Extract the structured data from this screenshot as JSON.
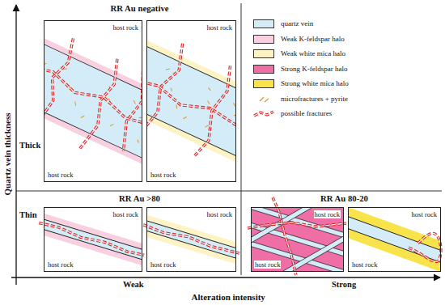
{
  "diagram": {
    "nodes": [
      {
        "text": [
          "RR Au negative"
        ]
      },
      {
        "text": [
          "host rock",
          "host rock"
        ],
        "in": 0
      },
      {
        "text": [
          "host rock",
          "host rock"
        ],
        "in": 0
      },
      {
        "text": [
          "RR Au >80"
        ]
      },
      {
        "text": [
          "host rock",
          "host rock"
        ],
        "in": 3
      },
      {
        "text": [
          "host rock",
          "host rock"
        ],
        "in": 3
      },
      {
        "text": [
          "RR Au 80-20"
        ]
      },
      {
        "text": [
          "host rock",
          "host rock"
        ],
        "in": 6
      },
      {
        "text": [
          "host rock",
          "host rock"
        ],
        "in": 6
      }
    ],
    "labels": [
      "Quartz vein thickness",
      "Thick",
      "Thin",
      "Alteration intensity",
      "Weak",
      "Strong"
    ],
    "legend": [
      {
        "text": "quartz vein",
        "color": "#d3ecf7"
      },
      {
        "text": "Weak K-feldspar halo",
        "color": "#f9d0e0"
      },
      {
        "text": "Weak white mica halo",
        "color": "#fdf3c4"
      },
      {
        "text": "Strong K-feldspar halo",
        "color": "#ef6ea6"
      },
      {
        "text": "Strong white mica halo",
        "color": "#f9e34b"
      },
      {
        "text": "microfractures + pyrite"
      },
      {
        "text": "possible fractures"
      }
    ]
  }
}
